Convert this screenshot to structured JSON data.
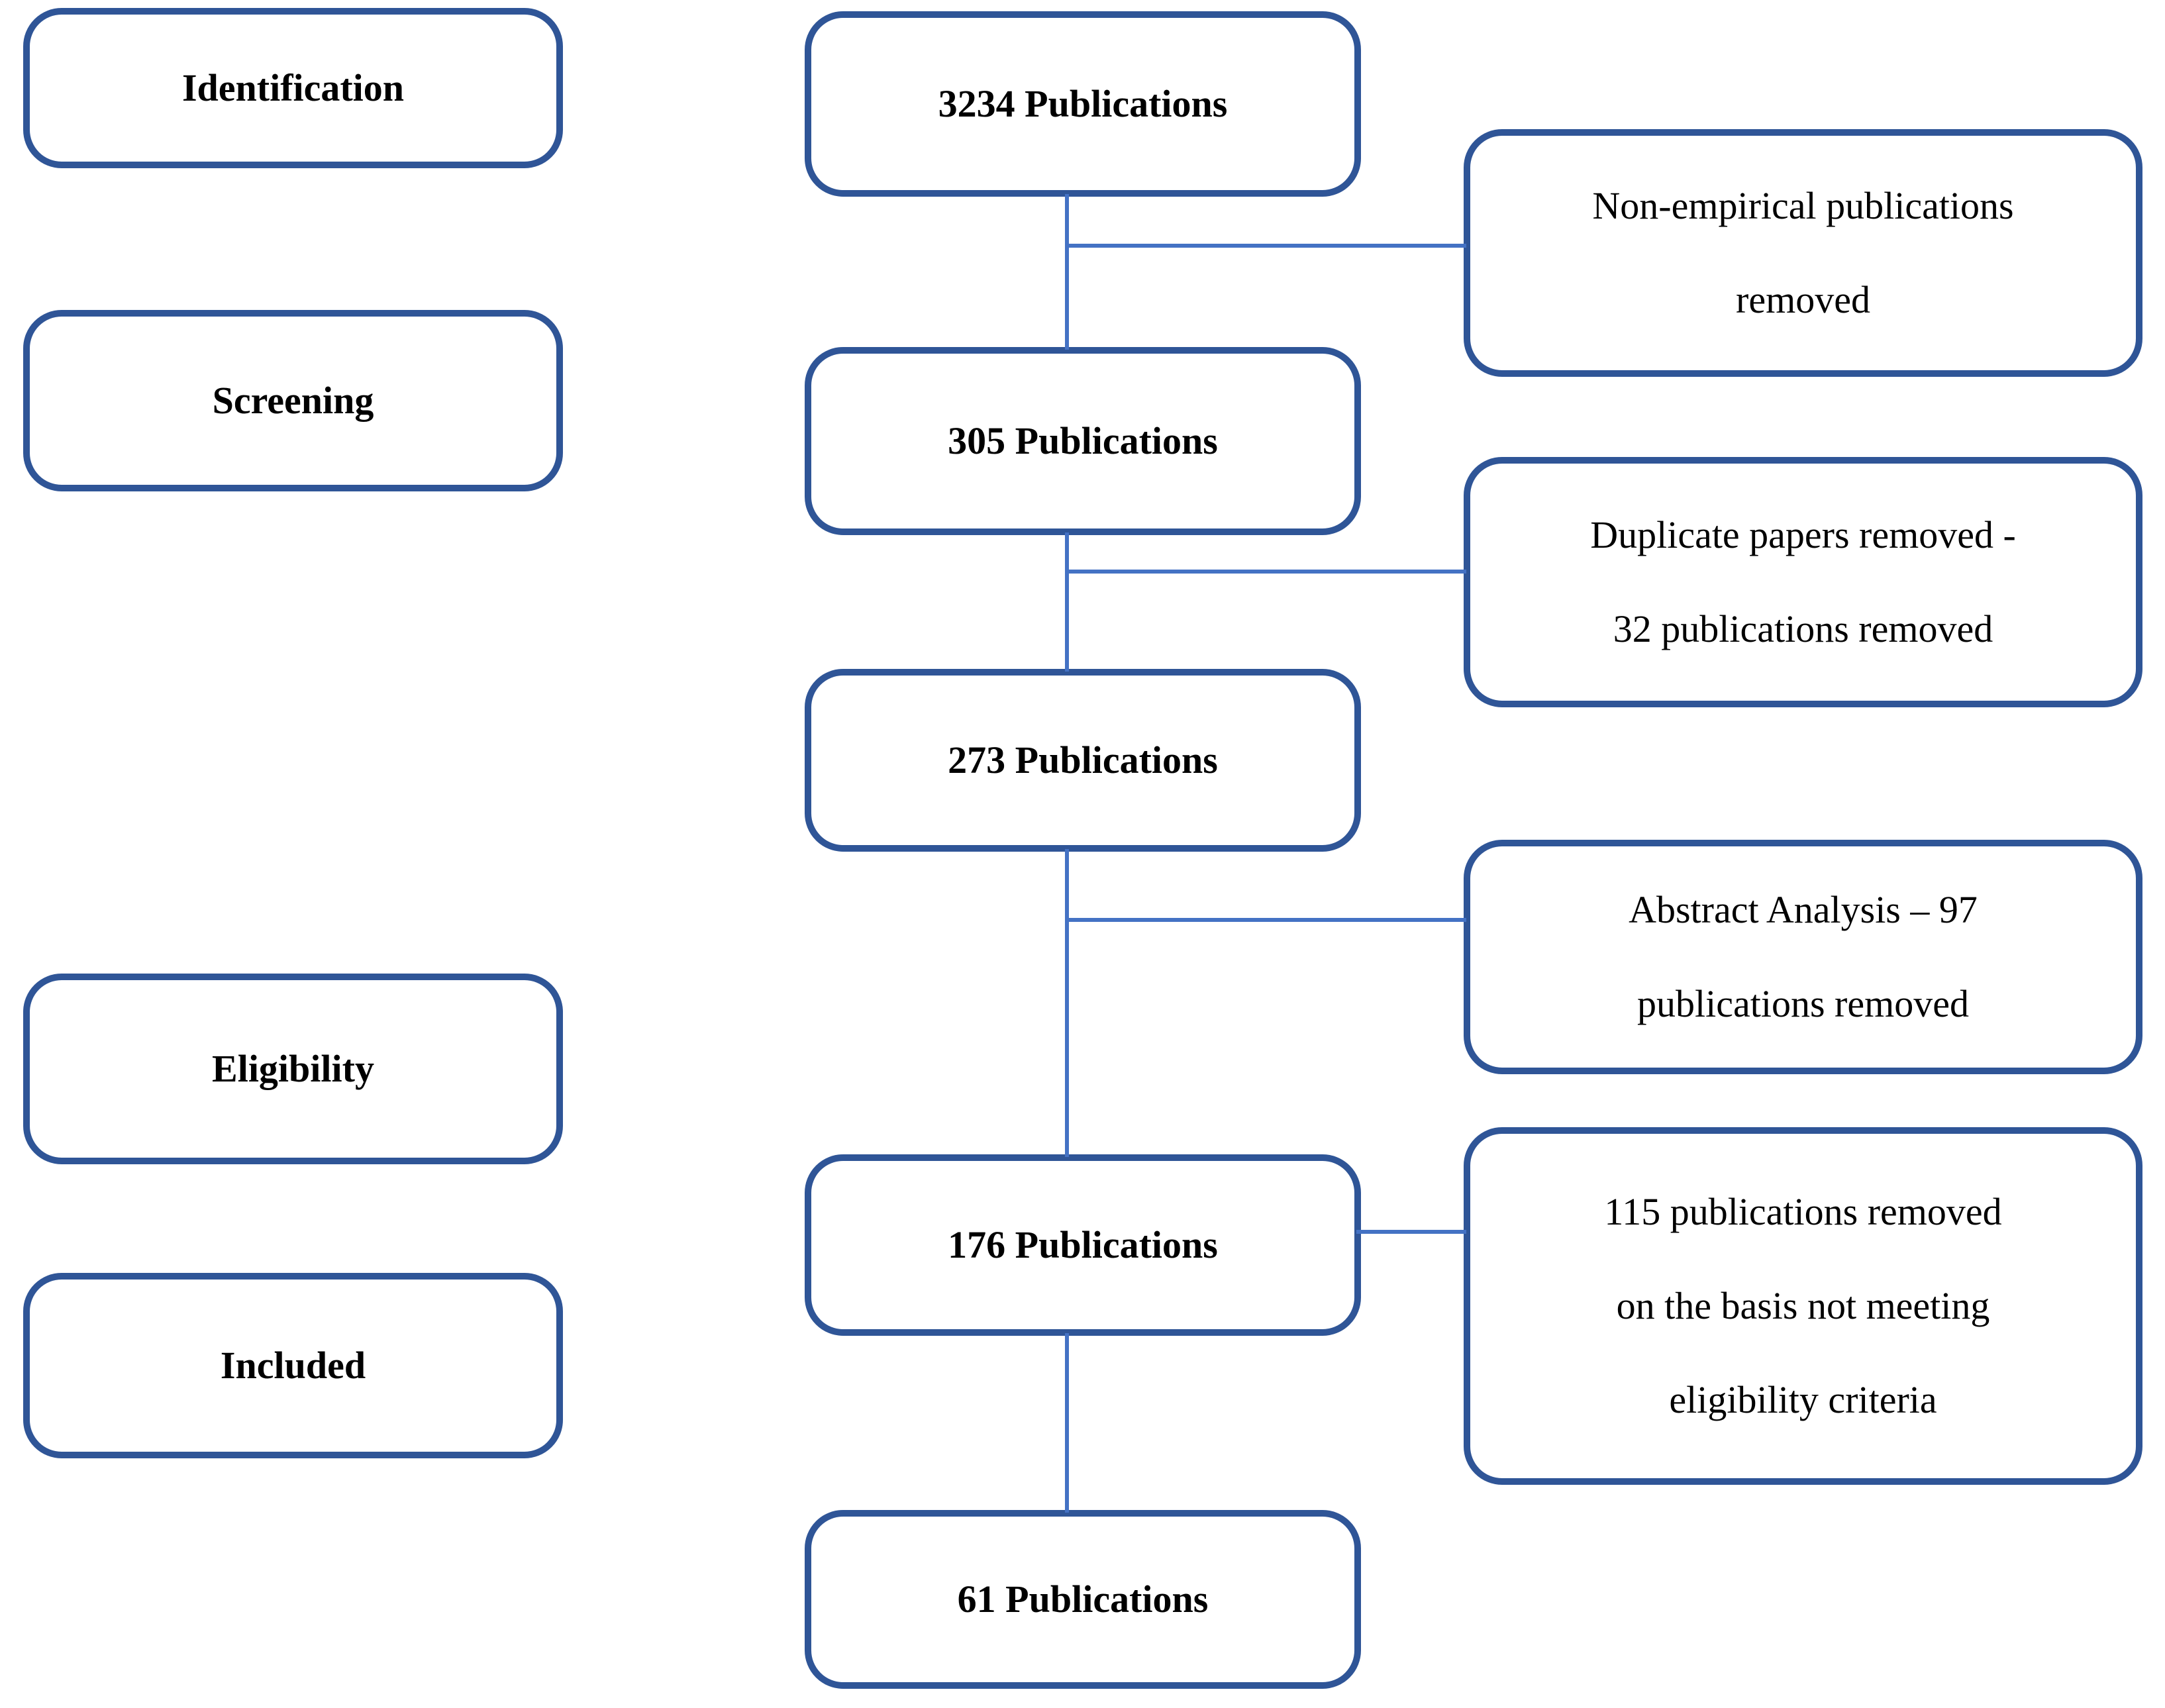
{
  "colors": {
    "box_border": "#2F5597",
    "connector": "#4472C4",
    "text": "#000000",
    "background": "#FFFFFF"
  },
  "stages": [
    {
      "label": "Identification"
    },
    {
      "label": "Screening"
    },
    {
      "label": "Eligibility"
    },
    {
      "label": "Included"
    }
  ],
  "flow": [
    {
      "label": "3234 Publications"
    },
    {
      "label": "305 Publications"
    },
    {
      "label": "273 Publications"
    },
    {
      "label": "176 Publications"
    },
    {
      "label": "61 Publications"
    }
  ],
  "exclusions": [
    {
      "lines": [
        "Non-empirical publications",
        "removed"
      ]
    },
    {
      "lines": [
        "Duplicate papers removed -",
        "32 publications removed"
      ]
    },
    {
      "lines": [
        "Abstract Analysis – 97",
        "publications removed"
      ]
    },
    {
      "lines": [
        "115 publications removed",
        "on the basis not meeting",
        "eligibility criteria"
      ]
    }
  ]
}
